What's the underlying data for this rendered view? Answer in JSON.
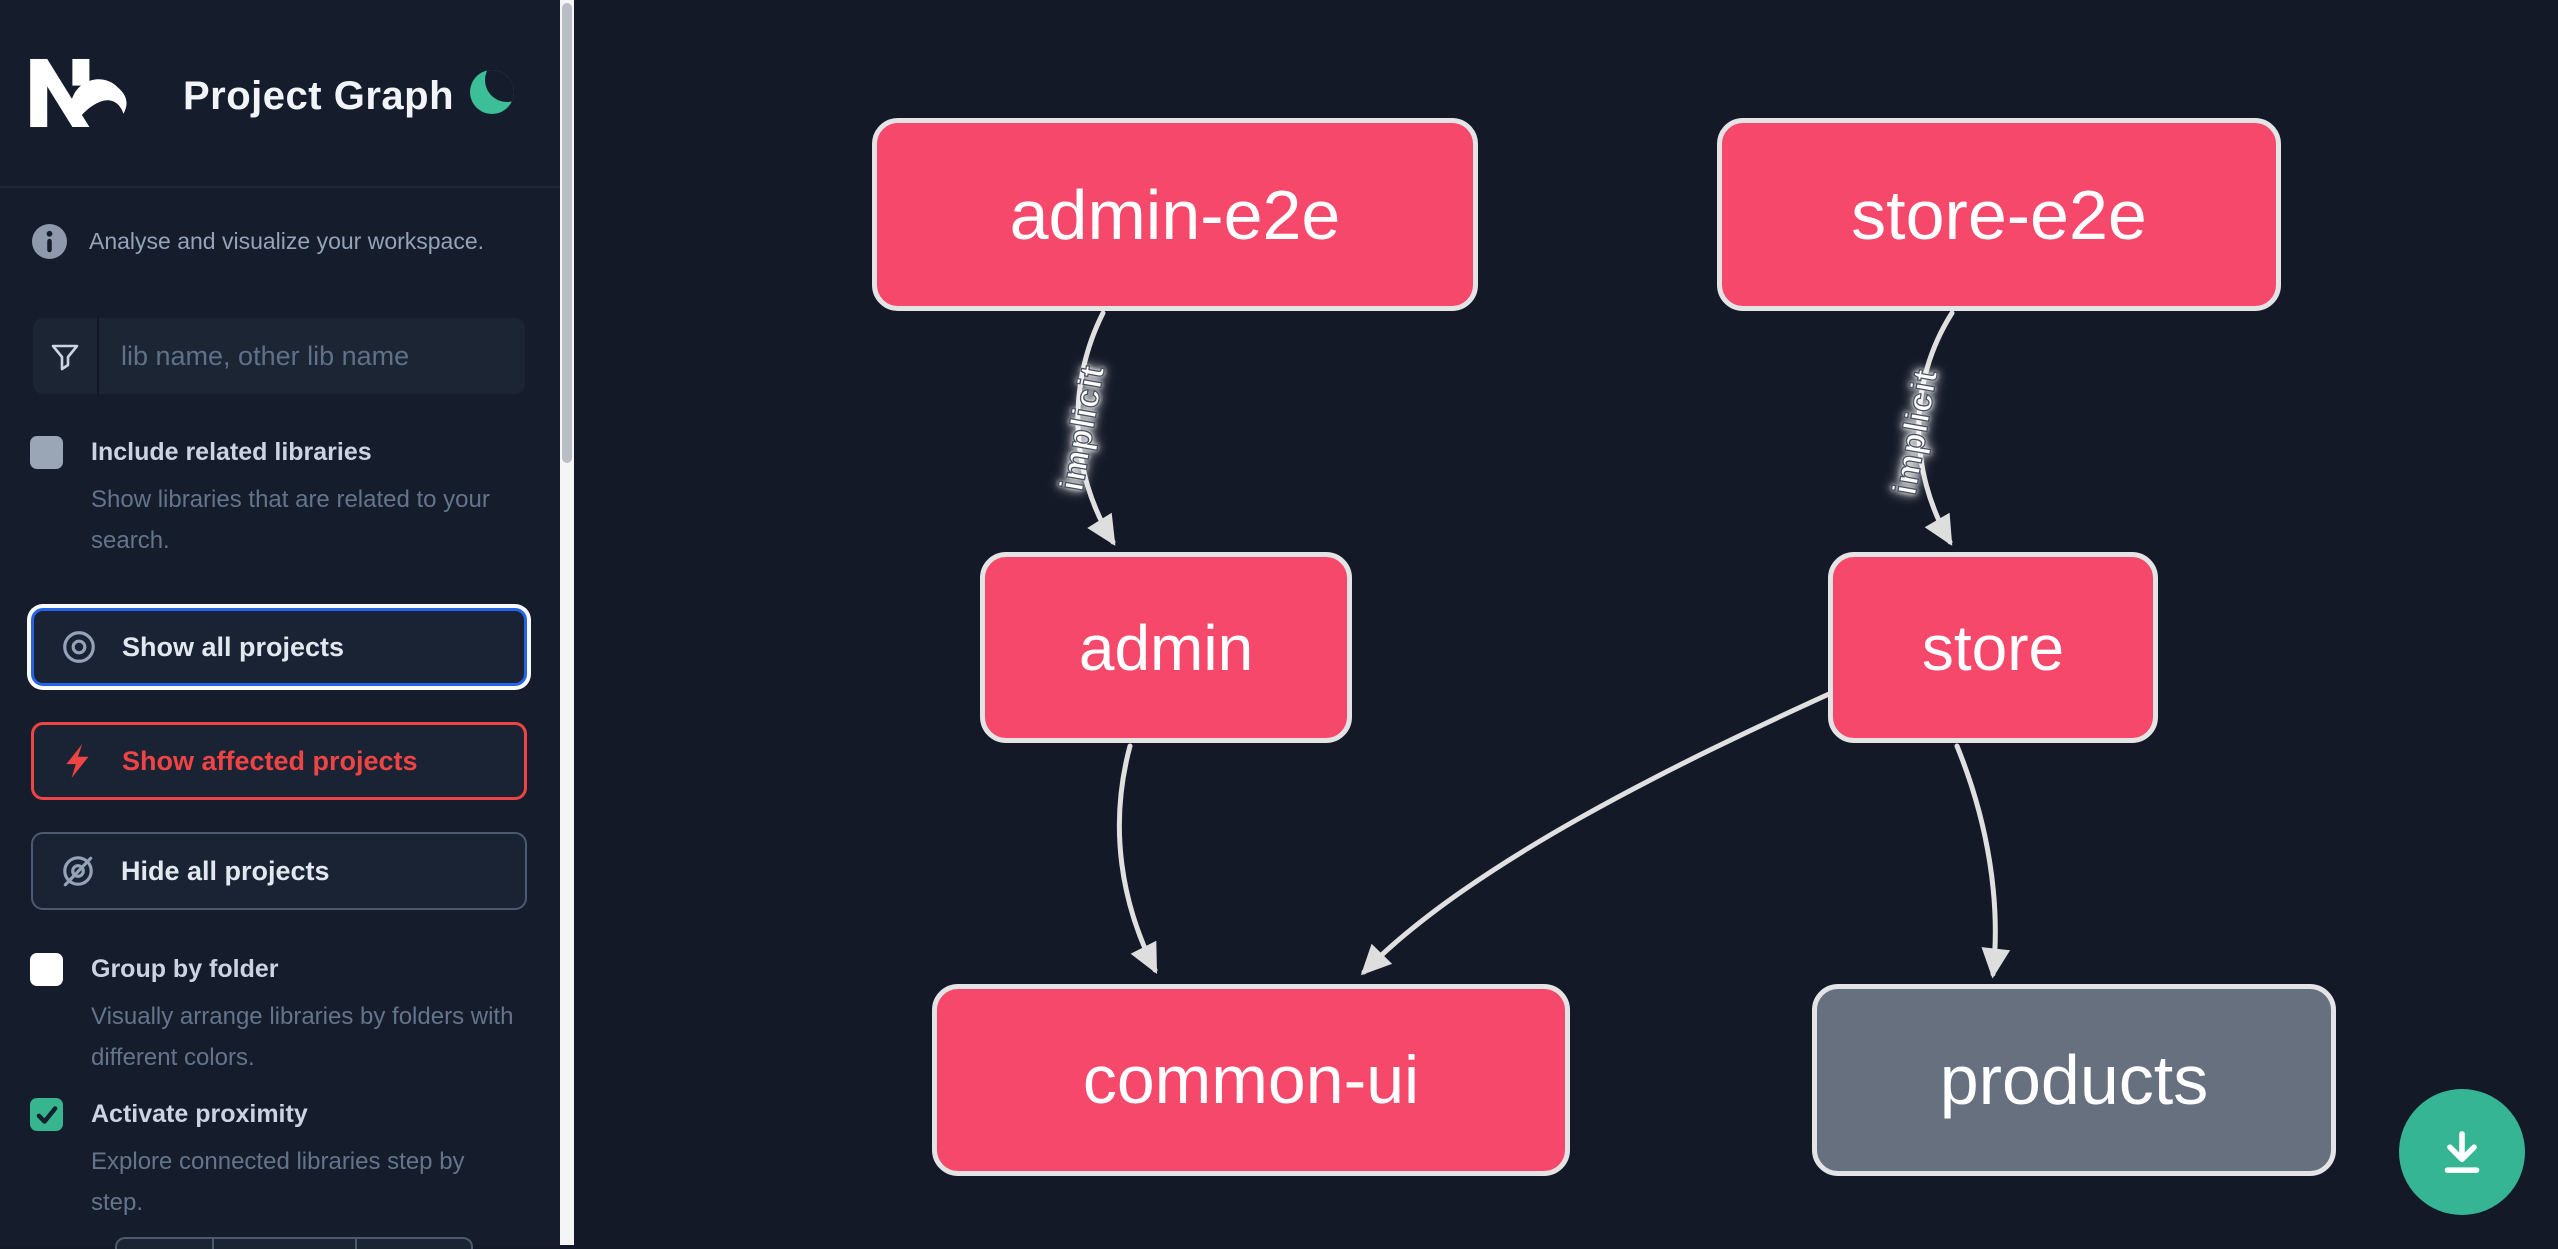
{
  "app": {
    "title": "Project Graph"
  },
  "sidebar": {
    "tagline": "Analyse and visualize your workspace.",
    "search": {
      "placeholder": "lib name, other lib name",
      "value": ""
    },
    "include_related": {
      "label": "Include related libraries",
      "description": "Show libraries that are related to your search.",
      "checked": false
    },
    "actions": {
      "show_all": "Show all projects",
      "show_affected": "Show affected projects",
      "hide_all": "Hide all projects"
    },
    "group_by_folder": {
      "label": "Group by folder",
      "description": "Visually arrange libraries by folders with different colors.",
      "checked": false
    },
    "activate_proximity": {
      "label": "Activate proximity",
      "description": "Explore connected libraries step by step.",
      "checked": true
    }
  },
  "graph": {
    "nodes": [
      {
        "id": "admin-e2e",
        "label": "admin-e2e",
        "kind": "app"
      },
      {
        "id": "store-e2e",
        "label": "store-e2e",
        "kind": "app"
      },
      {
        "id": "admin",
        "label": "admin",
        "kind": "app"
      },
      {
        "id": "store",
        "label": "store",
        "kind": "app"
      },
      {
        "id": "common-ui",
        "label": "common-ui",
        "kind": "lib"
      },
      {
        "id": "products",
        "label": "products",
        "kind": "lib-muted"
      }
    ],
    "edges": [
      {
        "from": "admin-e2e",
        "to": "admin",
        "label": "implicit"
      },
      {
        "from": "store-e2e",
        "to": "store",
        "label": "implicit"
      },
      {
        "from": "admin",
        "to": "common-ui",
        "label": ""
      },
      {
        "from": "store",
        "to": "common-ui",
        "label": ""
      },
      {
        "from": "store",
        "to": "products",
        "label": ""
      }
    ]
  },
  "colors": {
    "node_pink": "#f6486b",
    "node_gray": "#67707f",
    "accent_green": "#3cbe96",
    "focus_blue": "#2563eb",
    "danger_red": "#ef4444",
    "edge_gray": "#e2e2e2",
    "sidebar_bg": "#151c2b",
    "canvas_bg": "#131927"
  }
}
